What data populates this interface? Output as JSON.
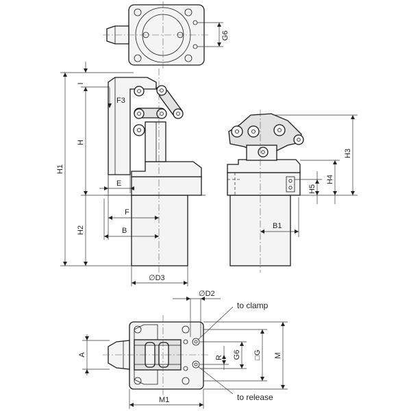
{
  "dimensions": {
    "G6": "G6",
    "I": "I",
    "F3": "F3",
    "H": "H",
    "H1": "H1",
    "E": "E",
    "F": "F",
    "H2": "H2",
    "B": "B",
    "D3": "∅D3",
    "H3": "H3",
    "H4": "H4",
    "H5": "H5",
    "B1": "B1",
    "D2": "∅D2",
    "A": "A",
    "R": "R",
    "G6b": "G6",
    "G": "□G",
    "M": "M",
    "M1": "M1"
  },
  "notes": {
    "to_clamp": "to clamp",
    "to_release": "to release"
  },
  "colors": {
    "line": "#1a1a1a",
    "fill": "#f4f4f4"
  }
}
